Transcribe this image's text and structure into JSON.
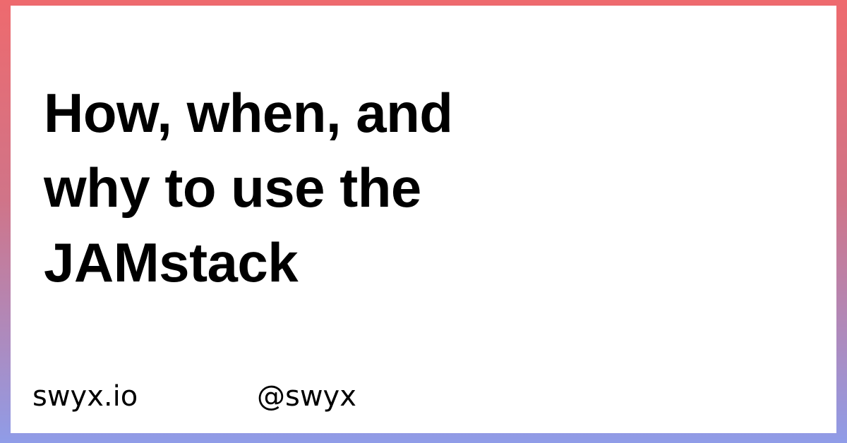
{
  "title": {
    "lines": [
      "How, when, and",
      "why to use the",
      "JAMstack"
    ]
  },
  "footer": {
    "site": "swyx.io",
    "handle": "@swyx"
  },
  "colors": {
    "gradient_top": "#ee6a6e",
    "gradient_bottom": "#8f9ce8",
    "card_background": "#ffffff",
    "text": "#000000"
  }
}
